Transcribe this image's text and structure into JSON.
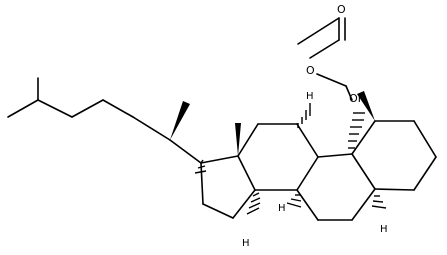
{
  "structure": {
    "atom_labels": {
      "carbonyl_oxygen": "O",
      "ester_oxygen": "O",
      "hydroxyl": "HO",
      "h_top": "H",
      "h_bottom_center": "H",
      "h_ring_d": "H",
      "h_ring_a": "H"
    }
  },
  "colors": {
    "bond": "#000000",
    "background": "#ffffff"
  }
}
